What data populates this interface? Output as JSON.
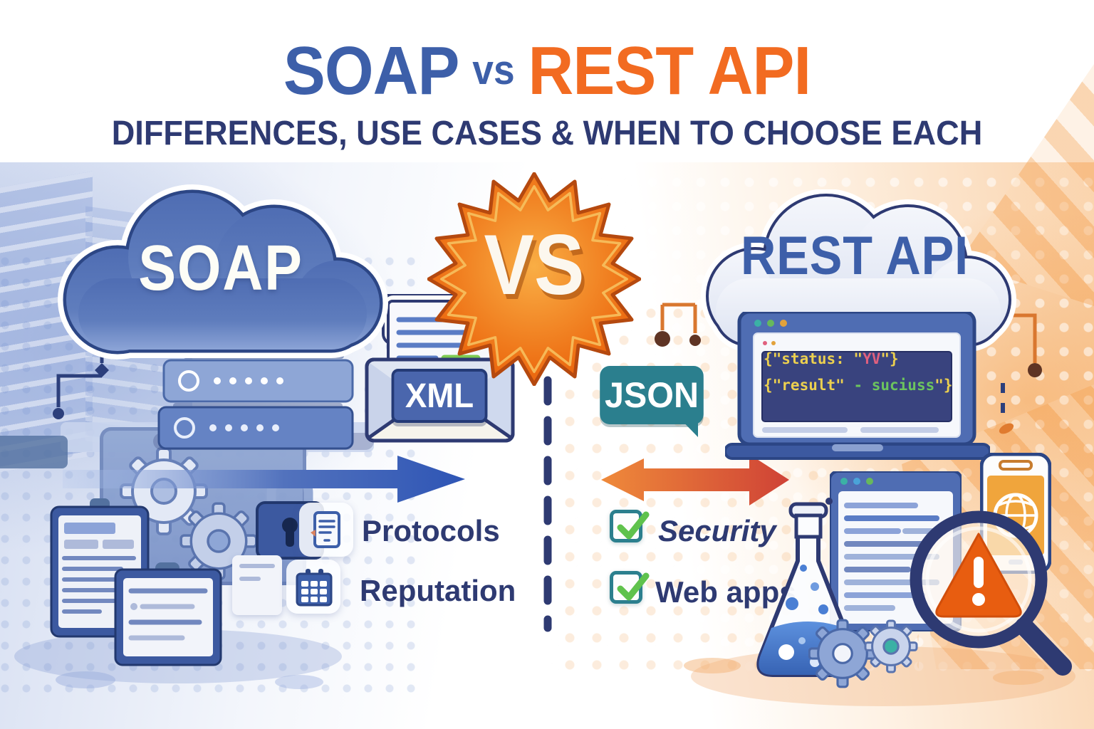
{
  "header": {
    "title_soap": "SOAP",
    "title_vs": "vs",
    "title_rest": "REST API",
    "subtitle": "DIFFERENCES, USE CASES & WHEN TO CHOOSE EACH"
  },
  "center": {
    "vs_badge": "VS"
  },
  "soap_side": {
    "cloud_label": "SOAP",
    "format_badge": "XML",
    "items": [
      {
        "label": "Protocols",
        "icon": "document-icon"
      },
      {
        "label": "Reputation",
        "icon": "calendar-icon"
      }
    ]
  },
  "rest_side": {
    "cloud_label": "REST API",
    "format_badge": "JSON",
    "code": {
      "l1a": "{\"status: \"",
      "l1b": "YV",
      "l1c": "\"}",
      "l2a": "{\"result\" ",
      "l2b": "- suciuss",
      "l2c": "\"}"
    },
    "items": [
      {
        "label": "Security",
        "icon": "checkbox-checked-icon"
      },
      {
        "label": "Web apps",
        "icon": "checkbox-checked-icon"
      }
    ]
  },
  "colors": {
    "navy": "#2e3a72",
    "soap_blue": "#3d5fa9",
    "rest_orange": "#f26b21",
    "badge_blue": "#4a66ad",
    "teal": "#2b7f8e",
    "check_green": "#5fc24d",
    "arrow_blue": "#2e55b5",
    "arrow_red": "#cf4236",
    "star_orange": "#ed6d12",
    "code_yellow": "#ecd04f",
    "code_pink": "#e0607e",
    "code_green": "#6cc45e"
  }
}
